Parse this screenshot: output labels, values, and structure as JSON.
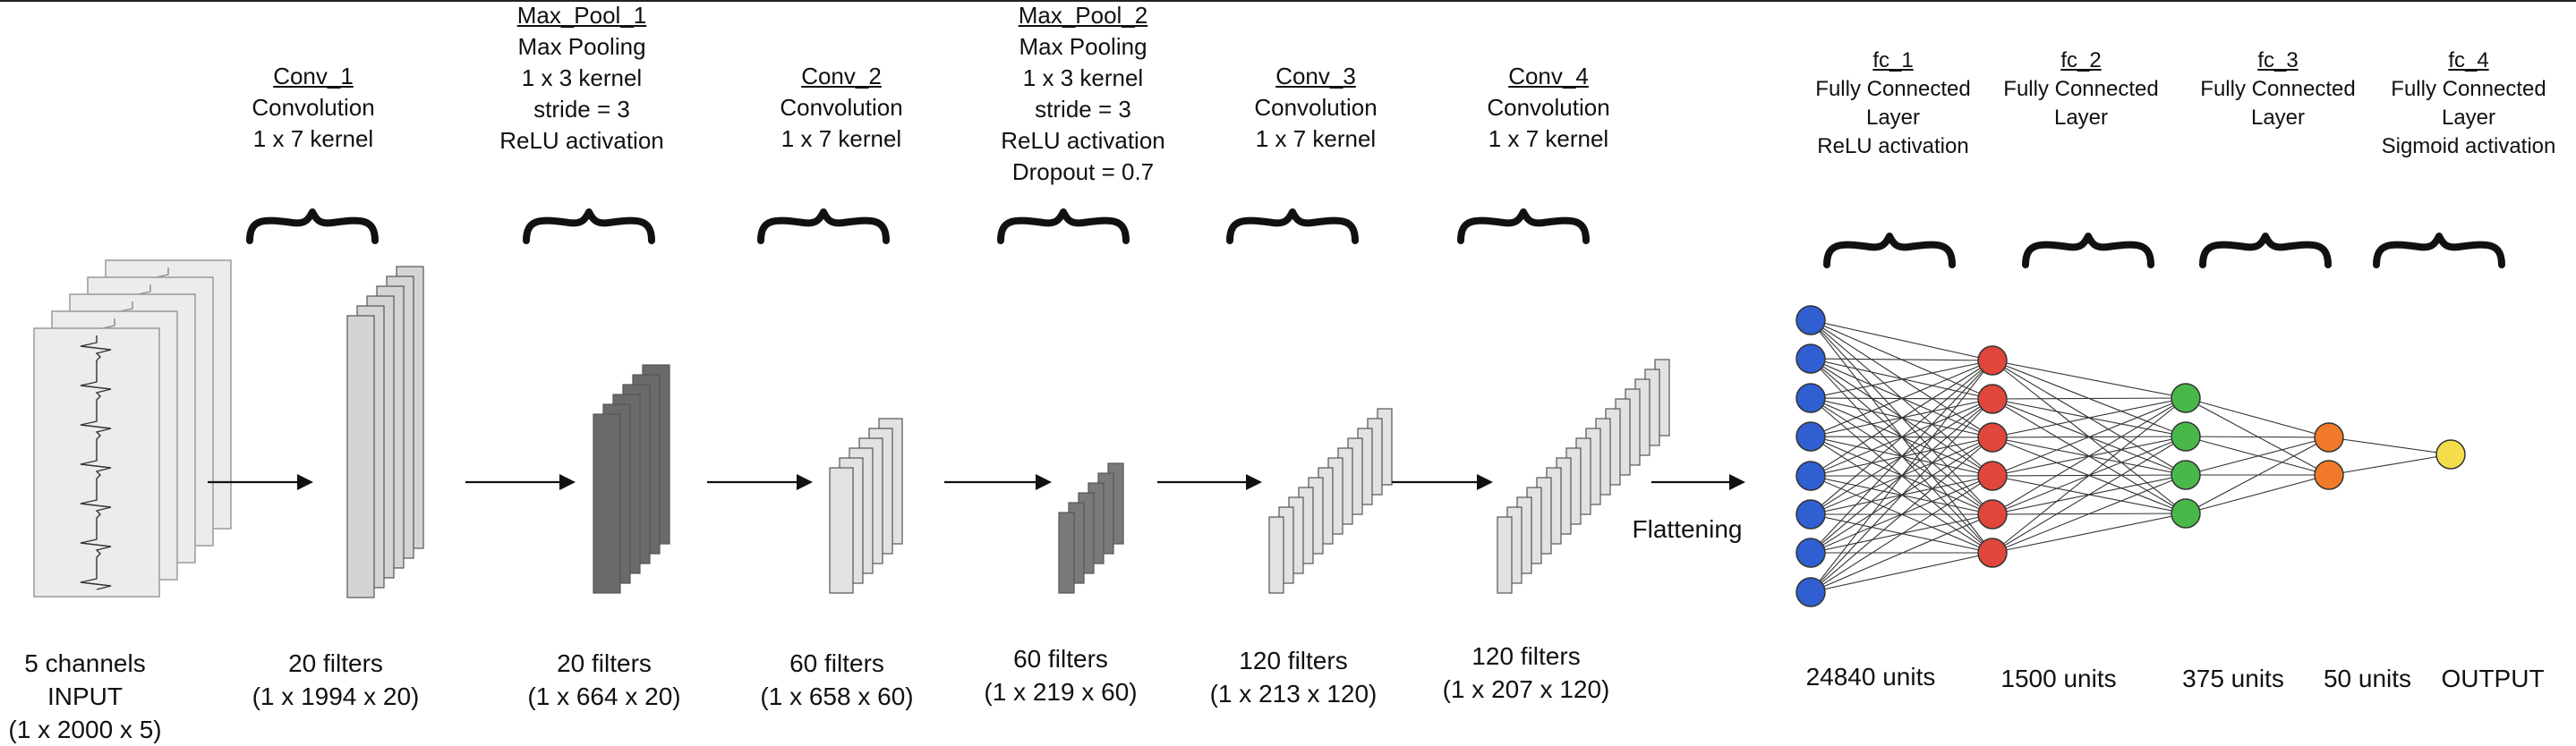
{
  "layers": [
    {
      "key": "conv_1",
      "title": "Conv_1",
      "lines": [
        "Convolution",
        "1 x 7 kernel"
      ],
      "count": "20  filters",
      "shape": "(1 x  1994 x 20)"
    },
    {
      "key": "max_pool_1",
      "title": "Max_Pool_1",
      "lines": [
        "Max Pooling",
        "1 x 3 kernel",
        "stride = 3",
        "ReLU activation"
      ],
      "count": "20  filters",
      "shape": "(1 x 664 x 20)"
    },
    {
      "key": "conv_2",
      "title": "Conv_2",
      "lines": [
        "Convolution",
        "1 x 7 kernel"
      ],
      "count": "60  filters",
      "shape": "(1 x 658 x 60)"
    },
    {
      "key": "max_pool_2",
      "title": "Max_Pool_2",
      "lines": [
        "Max Pooling",
        "1 x 3 kernel",
        "stride = 3",
        "ReLU activation",
        "Dropout = 0.7"
      ],
      "count": "60  filters",
      "shape": "(1 x 219 x 60)"
    },
    {
      "key": "conv_3",
      "title": "Conv_3",
      "lines": [
        "Convolution",
        "1 x 7 kernel"
      ],
      "count": "120  filters",
      "shape": "(1 x 213 x 120)"
    },
    {
      "key": "conv_4",
      "title": "Conv_4",
      "lines": [
        "Convolution",
        "1 x 7 kernel"
      ],
      "count": "120  filters",
      "shape": "(1 x 207 x 120)"
    }
  ],
  "fc_layers": [
    {
      "key": "fc_1",
      "title": "fc_1",
      "lines": [
        "Fully Connected",
        "Layer",
        "ReLU activation"
      ],
      "units": "24840 units"
    },
    {
      "key": "fc_2",
      "title": "fc_2",
      "lines": [
        "Fully Connected",
        "Layer"
      ],
      "units": "1500 units"
    },
    {
      "key": "fc_3",
      "title": "fc_3",
      "lines": [
        "Fully Connected",
        "Layer"
      ],
      "units": "375 units"
    },
    {
      "key": "fc_4",
      "title": "fc_4",
      "lines": [
        "Fully Connected",
        "Layer",
        "Sigmoid activation"
      ],
      "units": "50 units"
    }
  ],
  "input": {
    "lines": [
      "5 channels",
      "INPUT",
      "(1 x 2000 x 5)"
    ]
  },
  "output_label": "OUTPUT",
  "flattening_label": "Flattening",
  "colors": {
    "blue": "#2f5fd0",
    "red": "#e0463b",
    "green": "#48b84a",
    "orange": "#f07a2a",
    "yellow": "#f3dd4a",
    "line": "#111111"
  }
}
